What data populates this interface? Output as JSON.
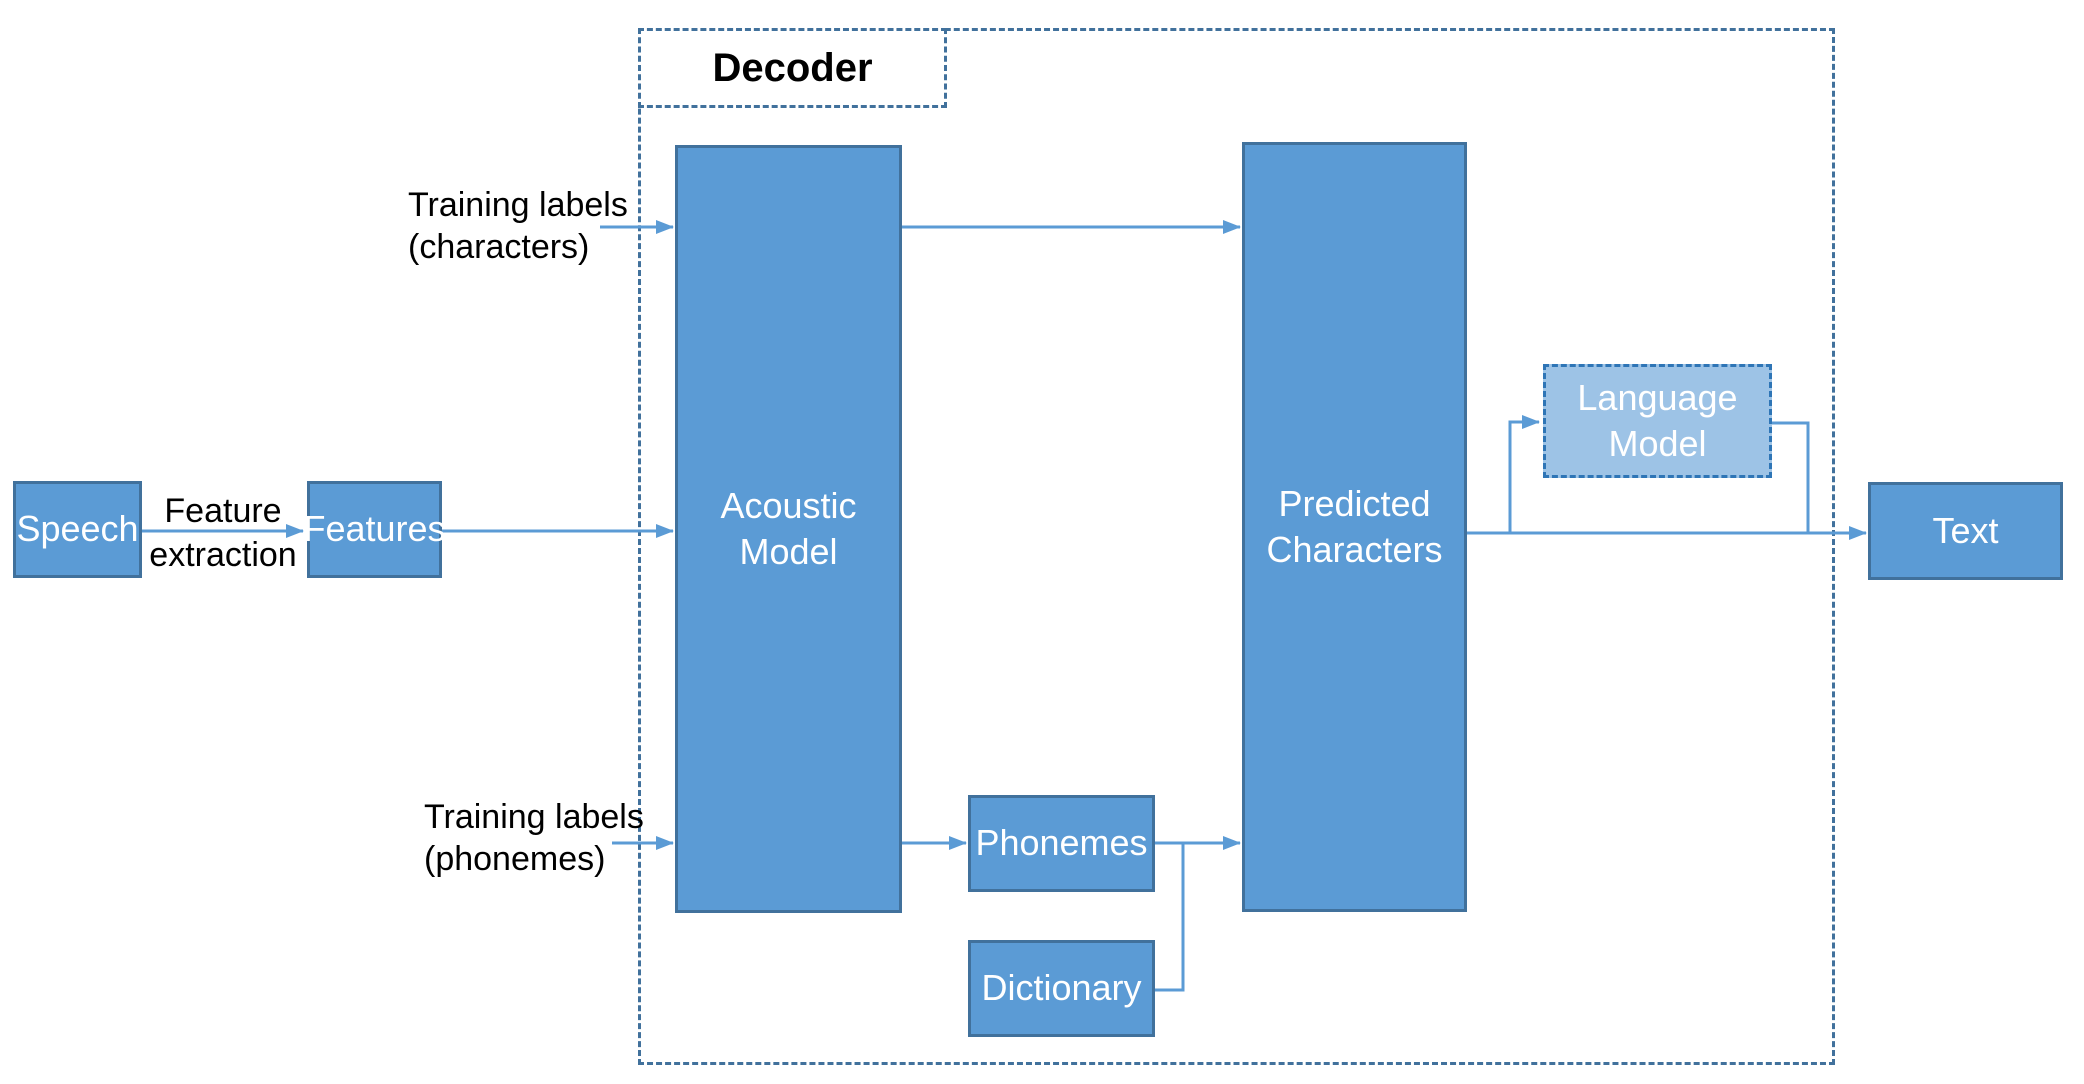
{
  "diagram": {
    "region_title": "Decoder",
    "nodes": {
      "speech": {
        "label": "Speech"
      },
      "features": {
        "label": "Features"
      },
      "acoustic_model": {
        "label": "Acoustic\nModel"
      },
      "phonemes": {
        "label": "Phonemes"
      },
      "dictionary": {
        "label": "Dictionary"
      },
      "predicted_characters": {
        "label": "Predicted\nCharacters"
      },
      "language_model": {
        "label": "Language\nModel"
      },
      "text": {
        "label": "Text"
      }
    },
    "edge_labels": {
      "feature_extraction": "Feature\nextraction",
      "training_characters": "Training labels\n(characters)",
      "training_phonemes": "Training labels\n(phonemes)"
    },
    "colors": {
      "node_fill": "#5B9BD5",
      "node_border": "#41719C",
      "node_text": "#FFFFFF",
      "language_model_fill": "#9DC3E6",
      "lm_border": "#2E75B6",
      "arrow": "#5B9BD5",
      "dashed_border": "#41719C",
      "label_text": "#000000"
    }
  }
}
